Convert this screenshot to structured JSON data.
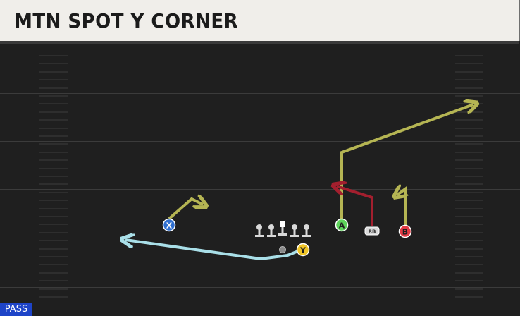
{
  "play": {
    "title": "MTN SPOT Y CORNER",
    "type_badge": "PASS"
  },
  "colors": {
    "header_bg": "#f0eeea",
    "field_bg": "#1f1f1f",
    "route_gold": "#b5b553",
    "route_red": "#a31f2e",
    "route_lightblue": "#a9dfe8",
    "badge_bg": "#1e44c8"
  },
  "players": [
    {
      "label": "X",
      "role": "receiver",
      "color": "#2f6fd0"
    },
    {
      "label": "Y",
      "role": "receiver",
      "color": "#f0c528"
    },
    {
      "label": "A",
      "role": "receiver",
      "color": "#5ed45c"
    },
    {
      "label": "B",
      "role": "receiver",
      "color": "#e23b45"
    },
    {
      "label": "RB",
      "role": "running-back",
      "color": "#d9d9d9"
    }
  ],
  "linemen_count": 5
}
